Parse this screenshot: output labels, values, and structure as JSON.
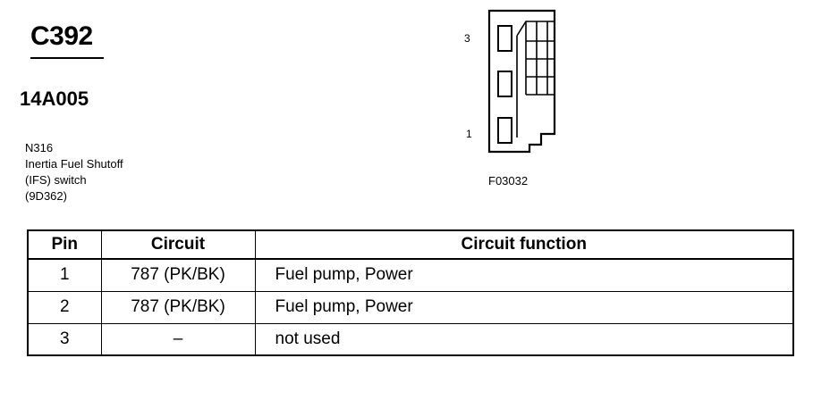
{
  "header": {
    "connector_id": "C392",
    "part_number": "14A005",
    "description": [
      "N316",
      "Inertia Fuel Shutoff",
      "(IFS) switch",
      "(9D362)"
    ]
  },
  "figure": {
    "pin_top_label": "3",
    "pin_bottom_label": "1",
    "code": "F03032"
  },
  "table": {
    "headers": {
      "pin": "Pin",
      "circuit": "Circuit",
      "function": "Circuit function"
    },
    "rows": [
      {
        "pin": "1",
        "circuit": "787 (PK/BK)",
        "function": "Fuel pump, Power"
      },
      {
        "pin": "2",
        "circuit": "787 (PK/BK)",
        "function": "Fuel pump, Power"
      },
      {
        "pin": "3",
        "circuit": "–",
        "function": "not used"
      }
    ]
  }
}
